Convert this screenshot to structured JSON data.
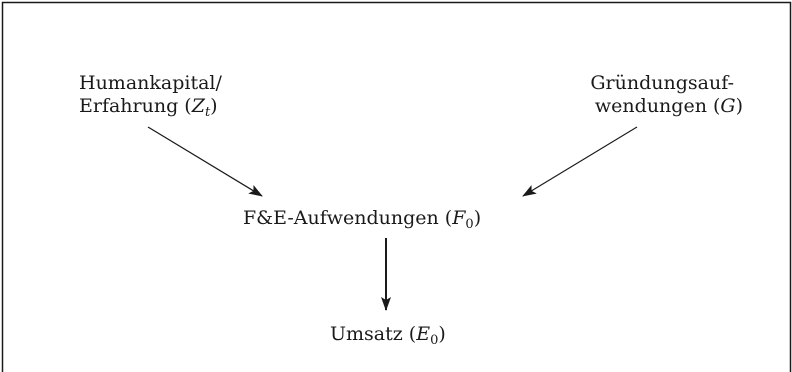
{
  "nodes": {
    "humankapital": {
      "line1": "Humankapital/",
      "line2_prefix": "Erfahrung (",
      "line2_var": "Z",
      "line2_sub": "t",
      "line2_suffix": ")"
    },
    "gruendung": {
      "line1": "Gründungsauf-",
      "line2_prefix": "wendungen (",
      "line2_var": "G",
      "line2_suffix": ")"
    },
    "fue": {
      "prefix": "F&E-Aufwendungen (",
      "var": "F",
      "sub": "0",
      "suffix": ")"
    },
    "umsatz": {
      "prefix": "Umsatz (",
      "var": "E",
      "sub": "0",
      "suffix": ")"
    }
  }
}
